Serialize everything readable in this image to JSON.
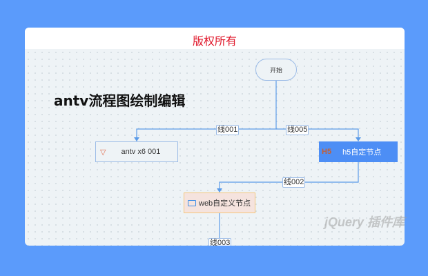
{
  "header": {
    "title": "版权所有",
    "left_icon": "wind-icon",
    "right_icon": "wind-icon",
    "icon_color": "#e020d0"
  },
  "page_title": "antv流程图绘制编辑",
  "nodes": {
    "start": "开始",
    "antv": "antv x6 001",
    "h5": "h5自定节点",
    "h5_icon": "H5",
    "web": "web自定义节点"
  },
  "edges": {
    "e1": "线001",
    "e5": "线005",
    "e2": "线002",
    "e3": "线003"
  },
  "colors": {
    "background": "#5b9bfb",
    "edge": "#5b9be8",
    "h5_node": "#4d8ef5",
    "web_fill": "#f5e3de",
    "web_border": "#f5c67a"
  },
  "watermark": "jQuery 插件库"
}
